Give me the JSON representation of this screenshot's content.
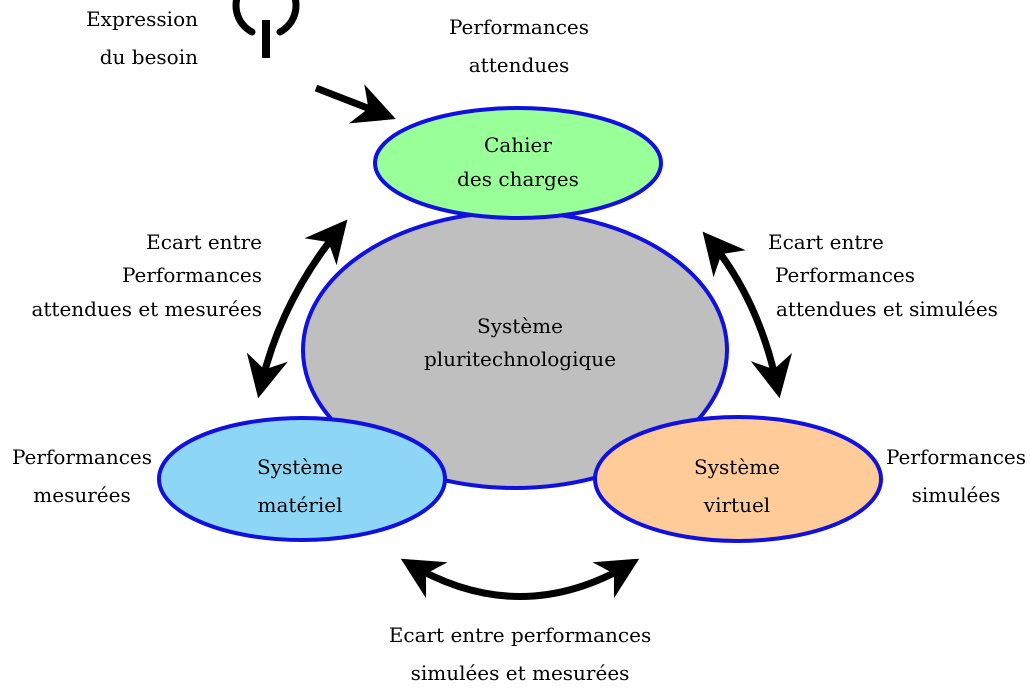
{
  "nodes": {
    "cahier": {
      "line1": "Cahier",
      "line2": "des charges",
      "fill": "#99FF99"
    },
    "center": {
      "line1": "Système",
      "line2": "pluritechnologique",
      "fill": "#BFBFBF"
    },
    "materiel": {
      "line1": "Système",
      "line2": "matériel",
      "fill": "#8ED6F5"
    },
    "virtuel": {
      "line1": "Système",
      "line2": "virtuel",
      "fill": "#FFCC99"
    }
  },
  "labels": {
    "expression": {
      "line1": "Expression",
      "line2": "du besoin"
    },
    "attendues": {
      "line1": "Performances",
      "line2": "attendues"
    },
    "mesurees": {
      "line1": "Performances",
      "line2": "mesurées"
    },
    "simulees": {
      "line1": "Performances",
      "line2": "simulées"
    },
    "ecart_mesurees": {
      "line1": "Ecart entre",
      "line2": "Performances",
      "line3": "attendues et mesurées"
    },
    "ecart_simulees": {
      "line1": "Ecart entre",
      "line2": "Performances",
      "line3": "attendues et simulées"
    },
    "ecart_bottom": {
      "line1": "Ecart entre performances",
      "line2": "simulées et mesurées"
    }
  },
  "icons": {
    "start": "power-icon"
  },
  "colors": {
    "stroke": "#1010E0",
    "arrow": "#000000"
  }
}
